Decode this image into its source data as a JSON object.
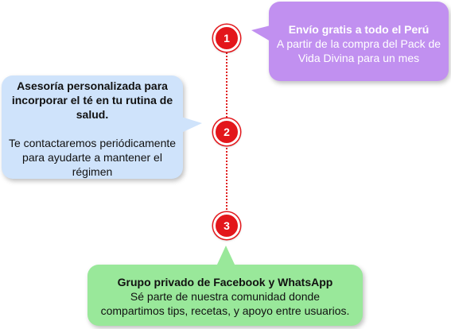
{
  "steps": [
    "1",
    "2",
    "3"
  ],
  "items": [
    {
      "title": "Envío gratis a todo el Perú",
      "body": [
        "A partir de la compra del Pack de",
        "Vida Divina para un mes"
      ],
      "color": "#c190f0"
    },
    {
      "title": [
        "Asesoría personalizada para",
        "incorporar el té en tu rutina de",
        "salud."
      ],
      "body": [
        "Te contactaremos periódicamente",
        "para ayudarte a mantener el",
        "régimen"
      ],
      "color": "#cfe3fb"
    },
    {
      "title": "Grupo privado de Facebook y WhatsApp",
      "body": [
        "Sé parte de nuestra comunidad donde",
        "compartimos tips, recetas, y apoyo entre usuarios."
      ],
      "color": "#99e89a"
    }
  ],
  "accent_color": "#e3161b"
}
